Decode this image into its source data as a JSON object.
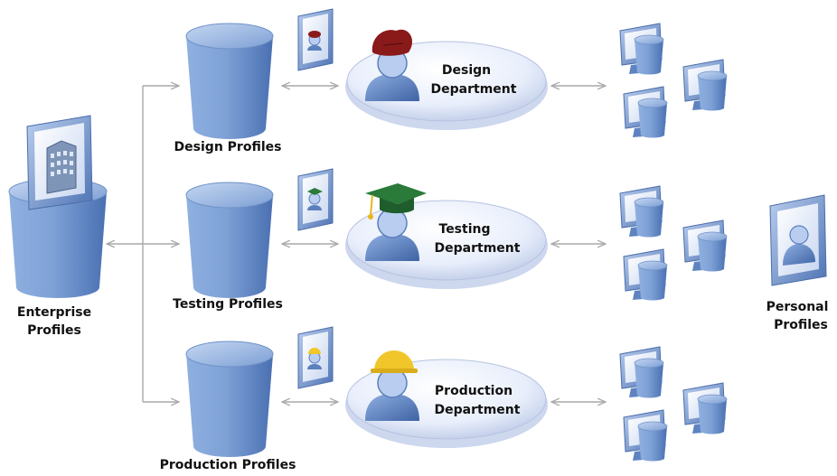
{
  "enterprise": {
    "label_line1": "Enterprise",
    "label_line2": "Profiles"
  },
  "profiles": [
    {
      "label": "Design Profiles"
    },
    {
      "label": "Testing Profiles"
    },
    {
      "label": "Production Profiles"
    }
  ],
  "departments": [
    {
      "line1": "Design",
      "line2": "Department",
      "hat": "beret"
    },
    {
      "line1": "Testing",
      "line2": "Department",
      "hat": "graduation-cap"
    },
    {
      "line1": "Production",
      "line2": "Department",
      "hat": "hard-hat"
    }
  ],
  "personal": {
    "label_line1": "Personal",
    "label_line2": "Profiles"
  },
  "colors": {
    "db_light": "#9dbbe6",
    "db_dark": "#4f76b8",
    "ellipse_light": "#f2f6ff",
    "ellipse_dark": "#bcc9e6",
    "arrow": "#a9a9a9",
    "beret": "#8a1a1a",
    "grad_cap": "#2a7a3a",
    "hard_hat": "#f0c62a"
  }
}
